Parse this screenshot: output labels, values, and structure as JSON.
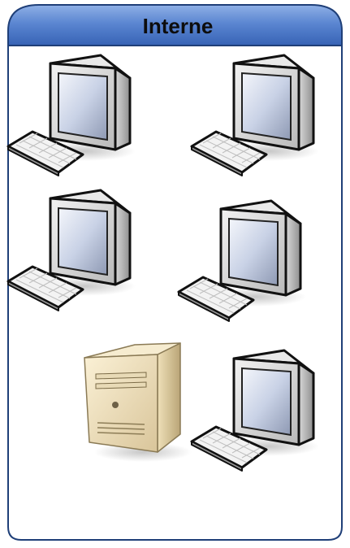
{
  "container": {
    "title": "Interne",
    "header_color": "#4a78c8",
    "border_color": "#1f3f78"
  },
  "nodes": [
    {
      "id": "workstation-1",
      "type": "workstation-icon"
    },
    {
      "id": "workstation-2",
      "type": "workstation-icon"
    },
    {
      "id": "workstation-3",
      "type": "workstation-icon"
    },
    {
      "id": "workstation-4",
      "type": "workstation-icon"
    },
    {
      "id": "server-1",
      "type": "server-tower-icon"
    },
    {
      "id": "workstation-5",
      "type": "workstation-icon"
    }
  ]
}
